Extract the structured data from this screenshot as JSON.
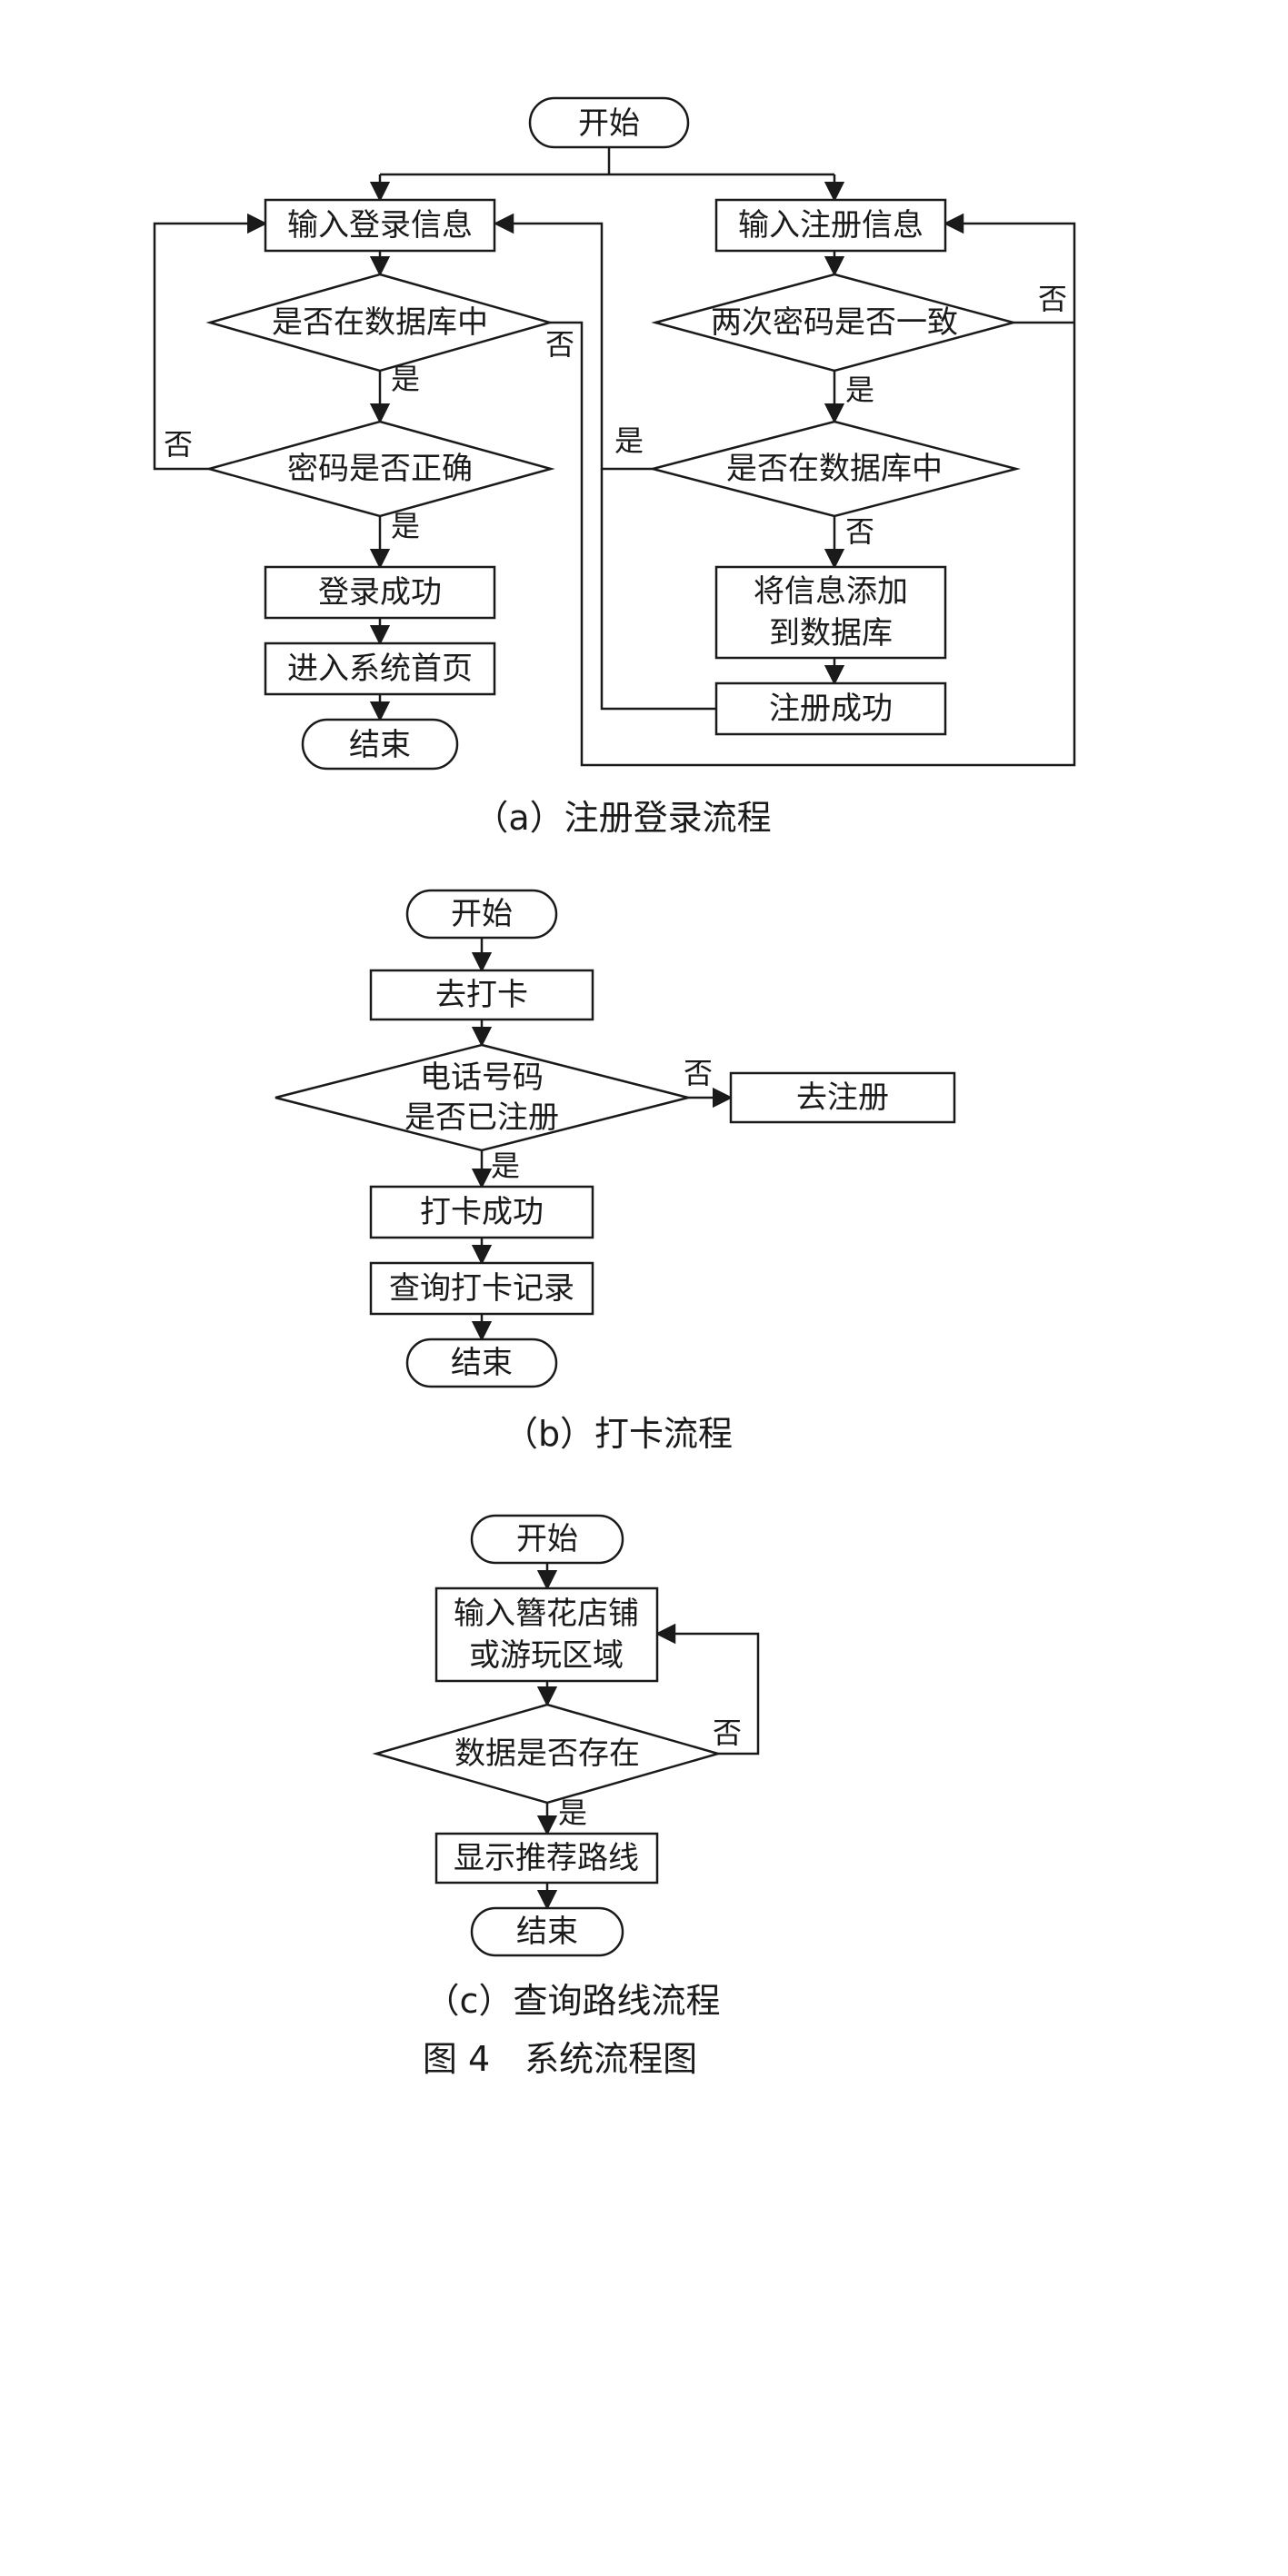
{
  "figure_caption": "图 4　系统流程图",
  "diagram_a": {
    "caption": "（a）注册登录流程",
    "start": "开始",
    "input_login": "输入登录信息",
    "login_in_db": "是否在数据库中",
    "password_correct": "密码是否正确",
    "login_success": "登录成功",
    "enter_home": "进入系统首页",
    "end": "结束",
    "input_register": "输入注册信息",
    "passwords_match": "两次密码是否一致",
    "register_in_db": "是否在数据库中",
    "add_to_db_line1": "将信息添加",
    "add_to_db_line2": "到数据库",
    "register_success": "注册成功",
    "yes": "是",
    "no": "否"
  },
  "diagram_b": {
    "caption": "（b）打卡流程",
    "start": "开始",
    "go_checkin": "去打卡",
    "phone_registered_line1": "电话号码",
    "phone_registered_line2": "是否已注册",
    "go_register": "去注册",
    "checkin_success": "打卡成功",
    "query_records": "查询打卡记录",
    "end": "结束",
    "yes": "是",
    "no": "否"
  },
  "diagram_c": {
    "caption": "（c）查询路线流程",
    "start": "开始",
    "input_line1": "输入簪花店铺",
    "input_line2": "或游玩区域",
    "data_exists": "数据是否存在",
    "show_route": "显示推荐路线",
    "end": "结束",
    "yes": "是",
    "no": "否"
  }
}
